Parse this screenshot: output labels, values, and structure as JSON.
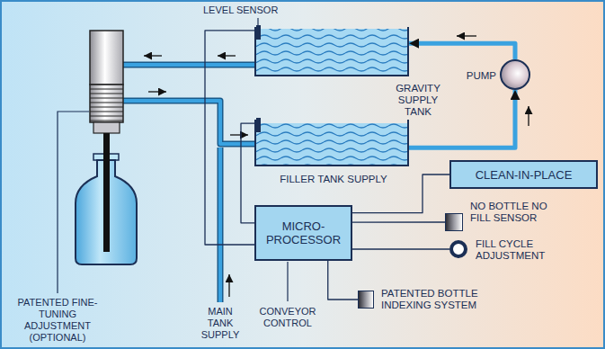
{
  "diagram": {
    "nodes": [
      {
        "text": [
          "GRAVITY SUPPLY TANK"
        ]
      },
      {
        "text": [
          "PUMP"
        ]
      },
      {
        "text": [
          "FILLER TANK SUPPLY"
        ]
      },
      {
        "text": [
          "MICRO- PROCESSOR"
        ]
      },
      {
        "text": [
          "CLEAN-IN-PLACE"
        ]
      },
      {
        "text": [
          "NO BOTTLE NO FILL SENSOR"
        ]
      },
      {
        "text": [
          "FILL CYCLE ADJUSTMENT"
        ]
      },
      {
        "text": [
          "PATENTED BOTTLE INDEXING SYSTEM"
        ]
      }
    ],
    "edges": [
      {
        "from": 2,
        "to": 1,
        "arrow": "to"
      },
      {
        "from": 1,
        "to": 0,
        "arrow": "to"
      },
      {
        "from": 0,
        "to": 3,
        "arrow": "none"
      },
      {
        "from": 2,
        "to": 3,
        "arrow": "none"
      },
      {
        "from": 3,
        "to": 4,
        "arrow": "none"
      },
      {
        "from": 3,
        "to": 5,
        "arrow": "none"
      },
      {
        "from": 3,
        "to": 6,
        "arrow": "none"
      },
      {
        "from": 3,
        "to": 7,
        "arrow": "none"
      }
    ],
    "labels": [
      "LEVEL SENSOR",
      "PATENTED FINE-TUNING ADJUSTMENT (OPTIONAL)",
      "MAIN TANK SUPPLY",
      "CONVEYOR CONTROL"
    ]
  }
}
